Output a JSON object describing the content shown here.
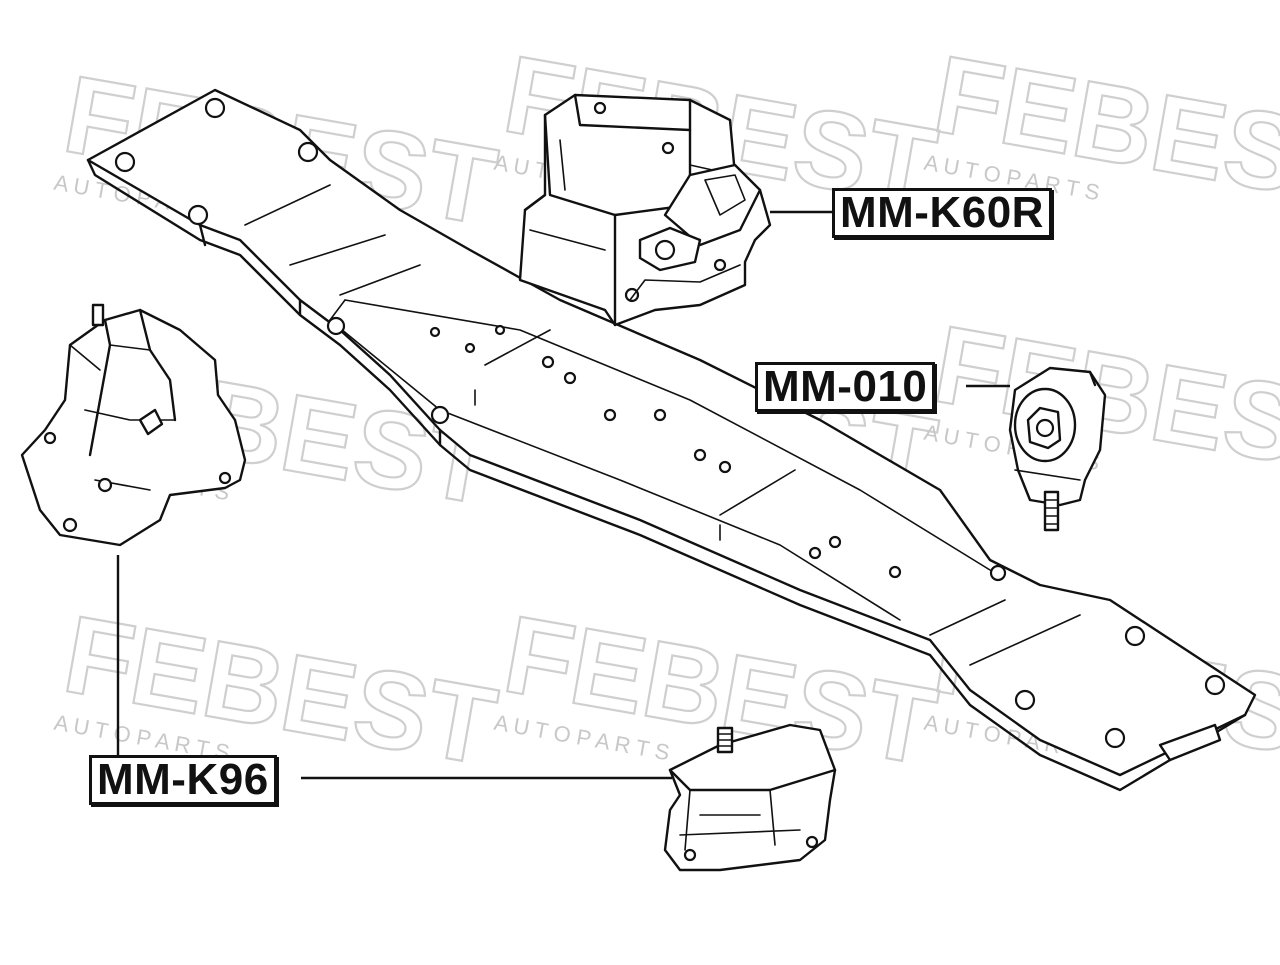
{
  "watermark": {
    "brand": "FEBEST",
    "subtitle": "A U T O   P A R T S"
  },
  "labels": {
    "mm_k60r": "MM-K60R",
    "mm_010": "MM-010",
    "mm_k96": "MM-K96"
  },
  "colors": {
    "line": "#111111",
    "watermark": "#cfcfcf",
    "background": "#ffffff"
  }
}
